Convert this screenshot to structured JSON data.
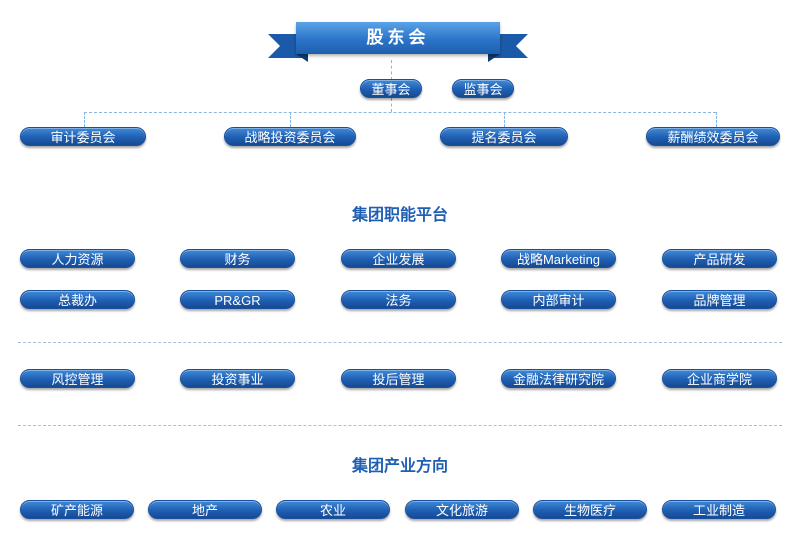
{
  "top": {
    "title": "股东会",
    "boards": [
      "董事会",
      "监事会"
    ],
    "committees": [
      "审计委员会",
      "战略投资委员会",
      "提名委员会",
      "薪酬绩效委员会"
    ]
  },
  "platform": {
    "heading": "集团职能平台",
    "row1": [
      "人力资源",
      "财务",
      "企业发展",
      "战略Marketing",
      "产品研发"
    ],
    "row2": [
      "总裁办",
      "PR&GR",
      "法务",
      "内部审计",
      "品牌管理"
    ],
    "row3": [
      "风控管理",
      "投资事业",
      "投后管理",
      "金融法律研究院",
      "企业商学院"
    ]
  },
  "industry": {
    "heading": "集团产业方向",
    "items": [
      "矿产能源",
      "地产",
      "农业",
      "文化旅游",
      "生物医疗",
      "工业制造"
    ]
  },
  "colors": {
    "accent": "#1f5fb3",
    "dashed_line": "#8ab6e0"
  }
}
